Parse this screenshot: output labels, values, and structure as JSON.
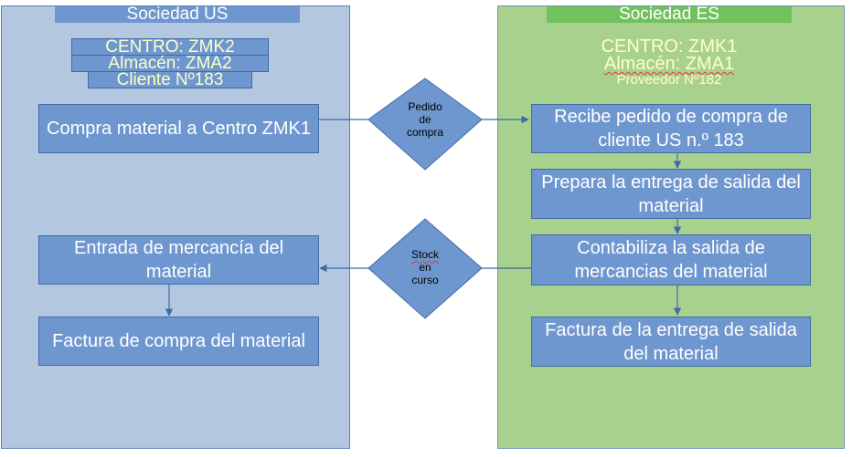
{
  "us": {
    "title": "Sociedad US",
    "centro": "CENTRO: ZMK2",
    "almacen": "Almacén: ZMA2",
    "cliente": "Cliente Nº183",
    "box_compra": "Compra material a Centro ZMK1",
    "box_entrada": "Entrada de mercancía del material",
    "box_factura": "Factura de compra del material"
  },
  "es": {
    "title": "Sociedad ES",
    "centro": "CENTRO: ZMK1",
    "almacen": "Almacén: ZMA1",
    "proveedor": "Proveedor Nº182",
    "box_recibe": "Recibe pedido de compra de cliente US n.º 183",
    "box_prepara": "Prepara la entrega de salida del material",
    "box_contabiliza": "Contabiliza la salida de mercancias del material",
    "box_factura": "Factura de la entrega de salida del material"
  },
  "diamonds": {
    "pedido": {
      "line1": "Pedido",
      "line2": "de",
      "line3": "compra"
    },
    "stock": {
      "line1": "Stock",
      "line2": "en",
      "line3": "curso"
    }
  },
  "colors": {
    "us_panel": "#b4c7e0",
    "es_panel": "#a9d18e",
    "box_fill": "#6f97cf",
    "box_border": "#3f6aa8",
    "es_header": "#70c35c",
    "tag_text": "#ffffc8"
  }
}
